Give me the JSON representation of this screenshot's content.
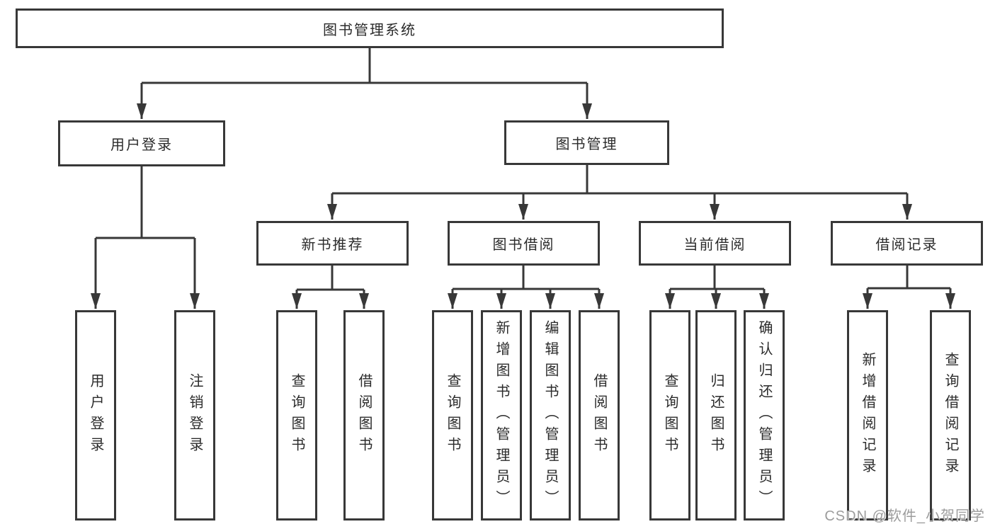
{
  "diagram": {
    "root": "图书管理系统",
    "branches": [
      {
        "label": "用户登录",
        "children": [
          "用户登录",
          "注销登录"
        ]
      },
      {
        "label": "图书管理",
        "groups": [
          {
            "label": "新书推荐",
            "children": [
              "查询图书",
              "借阅图书"
            ]
          },
          {
            "label": "图书借阅",
            "children": [
              "查询图书",
              "新增图书（管理员）",
              "编辑图书（管理员）",
              "借阅图书"
            ]
          },
          {
            "label": "当前借阅",
            "children": [
              "查询图书",
              "归还图书",
              "确认归还（管理员）"
            ]
          },
          {
            "label": "借阅记录",
            "children": [
              "新增借阅记录",
              "查询借阅记录"
            ]
          }
        ]
      }
    ]
  },
  "watermark": "CSDN @软件_小贺同学",
  "colors": {
    "line": "#383838",
    "text": "#2b2b2b",
    "watermark": "#9c9c9c",
    "background": "#ffffff"
  }
}
